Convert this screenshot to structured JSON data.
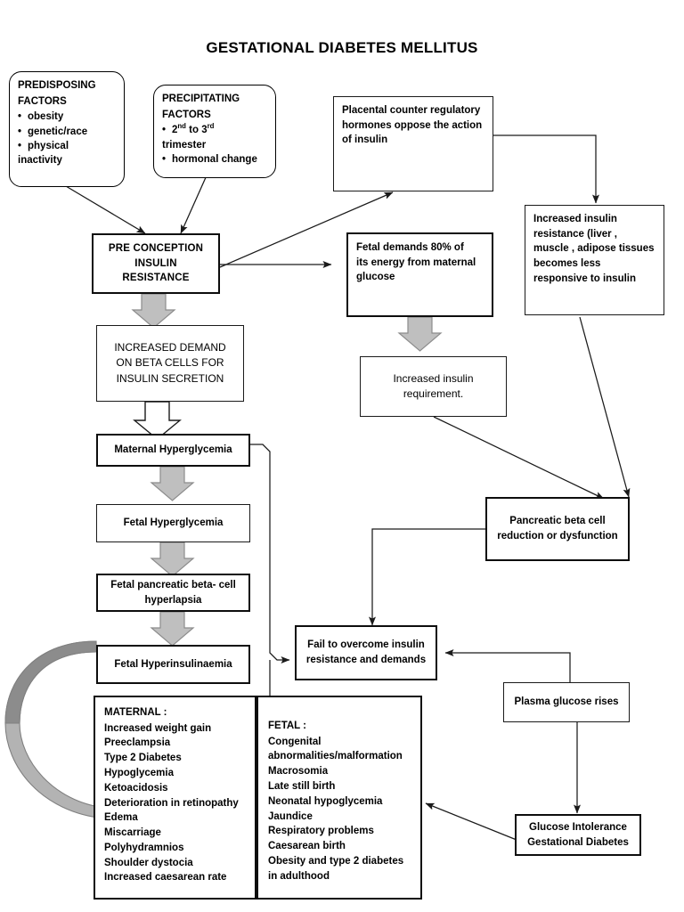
{
  "title": "GESTATIONAL DIABETES MELLITUS",
  "nodes": {
    "predisposing": {
      "heading_line1": "PREDISPOSING",
      "heading_line2": "FACTORS",
      "items": [
        "obesity",
        "genetic/race",
        "physical"
      ],
      "items_cont": "inactivity"
    },
    "precipitating": {
      "heading_line1": "PRECIPITATING",
      "heading_line2": "FACTORS",
      "item1_pre": "2",
      "item1_sup1": "nd",
      "item1_mid": " to 3",
      "item1_sup2": "rd",
      "item1_cont": "trimester",
      "item2": "hormonal change"
    },
    "placental": {
      "line1": "Placental counter regulatory",
      "line2": "hormones oppose the action",
      "line3": "of insulin"
    },
    "increased_resistance": {
      "line1": "Increased insulin",
      "line2": "resistance (liver ,",
      "line3": "muscle , adipose tissues",
      "line4": "becomes less",
      "line5": "responsive to insulin"
    },
    "preconception": {
      "line1": "PRE CONCEPTION",
      "line2": "INSULIN",
      "line3": "RESISTANCE"
    },
    "fetal_demands": {
      "line1": "Fetal demands 80% of",
      "line2": "its energy from maternal",
      "line3": "glucose"
    },
    "increased_demand": {
      "line1": "INCREASED DEMAND",
      "line2": "ON BETA CELLS FOR",
      "line3": "INSULIN SECRETION"
    },
    "increased_requirement": {
      "line1": "Increased insulin",
      "line2": "requirement."
    },
    "maternal_hyperglycemia": {
      "label": "Maternal Hyperglycemia"
    },
    "fetal_hyperglycemia": {
      "label": "Fetal Hyperglycemia"
    },
    "fetal_pancreatic": {
      "line1": "Fetal pancreatic beta- cell",
      "line2": "hyperlapsia"
    },
    "fetal_hyperinsulinaemia": {
      "label": "Fetal Hyperinsulinaemia"
    },
    "pancreatic_beta": {
      "line1": "Pancreatic beta cell",
      "line2": "reduction or dysfunction"
    },
    "fail_overcome": {
      "line1": "Fail to overcome insulin",
      "line2": "resistance and demands"
    },
    "plasma_glucose": {
      "label": "Plasma glucose rises"
    },
    "glucose_intolerance": {
      "line1": "Glucose Intolerance",
      "line2": "Gestational Diabetes"
    },
    "maternal_outcomes": {
      "heading": "MATERNAL :",
      "items": [
        "Increased weight gain",
        "Preeclampsia",
        "Type 2 Diabetes",
        "Hypoglycemia",
        "Ketoacidosis",
        "Deterioration in retinopathy",
        "Edema",
        "Miscarriage",
        "Polyhydramnios",
        "Shoulder dystocia",
        "Increased caesarean rate"
      ]
    },
    "fetal_outcomes": {
      "heading": "FETAL :",
      "items": [
        "Congenital",
        "abnormalities/malformation",
        "Macrosomia",
        "Late still birth",
        "Neonatal hypoglycemia",
        "Jaundice",
        "Respiratory problems",
        "Caesarean birth",
        "Obesity and type 2 diabetes",
        "in adulthood"
      ]
    }
  },
  "colors": {
    "stroke": "#1a1a1a",
    "block_arrow_fill": "#bfbfbf",
    "block_arrow_stroke": "#8c8c8c",
    "curved_arrow_light": "#b3b3b3",
    "curved_arrow_dark": "#808080",
    "background": "#ffffff"
  }
}
